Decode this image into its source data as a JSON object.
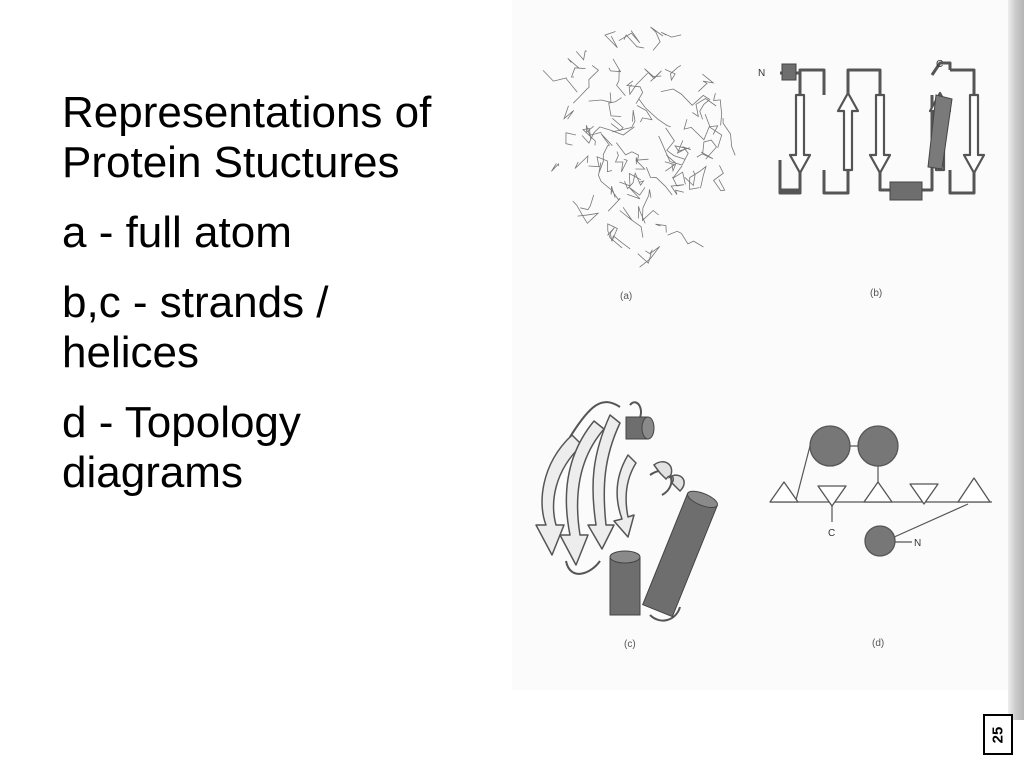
{
  "slide": {
    "title": "Representations of\nProtein Stuctures",
    "items": [
      "a - full atom",
      "b,c - strands /\nhelices",
      "d - Topology\ndiagrams"
    ],
    "page_number": "25"
  },
  "figure": {
    "captions": {
      "a": "(a)",
      "b": "(b)",
      "c": "(c)",
      "d": "(d)"
    },
    "labels": {
      "b_n": "N",
      "b_c": "C",
      "d_c": "C",
      "d_n": "N"
    }
  },
  "colors": {
    "fill_gray": "#6e6e6e",
    "line_gray": "#555555",
    "light_gray": "#bdbdbd"
  }
}
